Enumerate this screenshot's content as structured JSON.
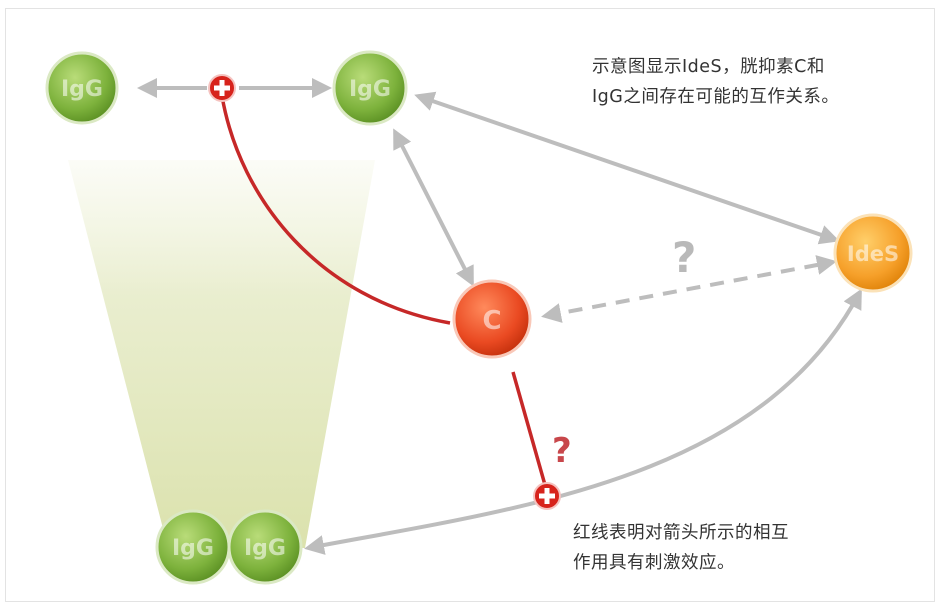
{
  "diagram": {
    "caption_top": [
      "示意图显示IdeS，胱抑素C和",
      "IgG之间存在可能的互作关系。"
    ],
    "caption_bottom": [
      "红线表明对箭头所示的相互",
      "作用具有刺激效应。"
    ],
    "question_gray": "?",
    "question_red": "?",
    "nodes": [
      {
        "id": "top-left",
        "label": "IgG",
        "color": "#7db23c"
      },
      {
        "id": "top-middle",
        "label": "IgG",
        "color": "#7db23c"
      },
      {
        "id": "right",
        "label": "IdeS",
        "color": "#f39c1d"
      },
      {
        "id": "center",
        "label": "C",
        "color": "#e5411f"
      },
      {
        "id": "bottom-left-1",
        "label": "IgG",
        "color": "#7db23c"
      },
      {
        "id": "bottom-left-2",
        "label": "IgG",
        "color": "#7db23c"
      }
    ],
    "colors": {
      "green": "#7db23c",
      "orange": "#f39c1d",
      "red": "#e5411f",
      "stimulus_line": "#c62828",
      "arrow": "#bdbdbd",
      "funnel": "#dfe6b8"
    }
  }
}
